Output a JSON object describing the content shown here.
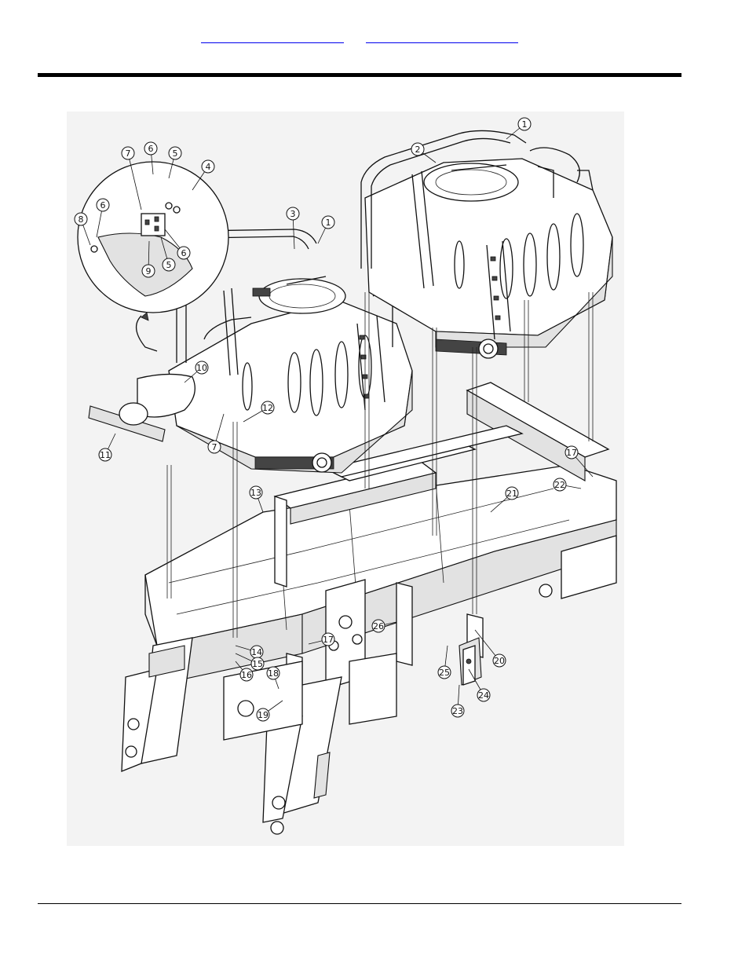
{
  "header": {
    "links": [
      {
        "label": ""
      },
      {
        "label": ""
      }
    ]
  },
  "callouts": [
    "1",
    "1",
    "2",
    "3",
    "4",
    "5",
    "5",
    "6",
    "6",
    "6",
    "7",
    "7",
    "8",
    "9",
    "10",
    "11",
    "12",
    "13",
    "14",
    "15",
    "16",
    "17",
    "17",
    "18",
    "19",
    "20",
    "21",
    "22",
    "23",
    "24",
    "25",
    "26"
  ],
  "colors": {
    "line": "#111111",
    "link": "#0000ee",
    "figure_bg": "#f3f3f3"
  }
}
